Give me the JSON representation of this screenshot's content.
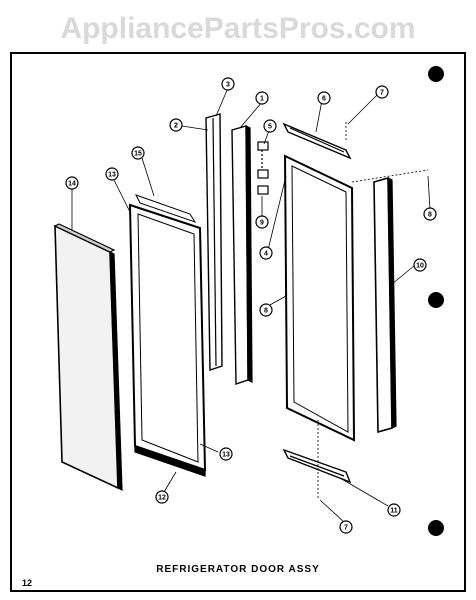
{
  "watermark": "AppliancePartsPros.com",
  "title": "REFRIGERATOR DOOR ASSY",
  "page_number": "12",
  "callouts": {
    "c1": "1",
    "c2": "2",
    "c3": "3",
    "c4": "4",
    "c5": "5",
    "c6": "6",
    "c7a": "7",
    "c7b": "7",
    "c8a": "8",
    "c8b": "8",
    "c9": "9",
    "c10": "10",
    "c11": "11",
    "c12": "12",
    "c13a": "13",
    "c13b": "13",
    "c14": "14",
    "c15": "15"
  }
}
